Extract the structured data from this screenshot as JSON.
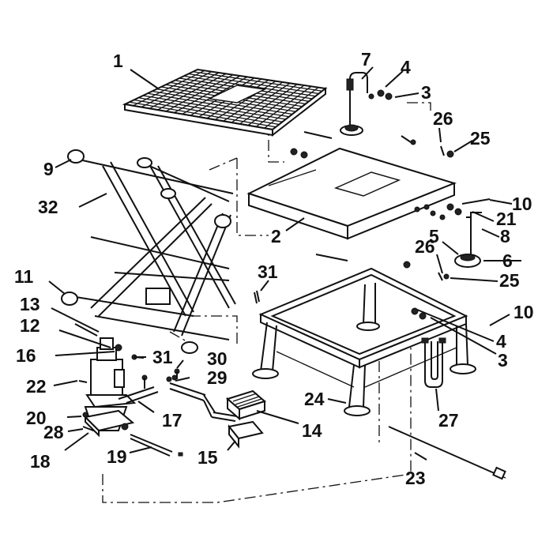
{
  "labels": [
    {
      "id": "label-1",
      "text": "1"
    },
    {
      "id": "label-2",
      "text": "2"
    },
    {
      "id": "label-3a",
      "text": "3"
    },
    {
      "id": "label-3b",
      "text": "3"
    },
    {
      "id": "label-4a",
      "text": "4"
    },
    {
      "id": "label-4b",
      "text": "4"
    },
    {
      "id": "label-5",
      "text": "5"
    },
    {
      "id": "label-6",
      "text": "6"
    },
    {
      "id": "label-7",
      "text": "7"
    },
    {
      "id": "label-8",
      "text": "8"
    },
    {
      "id": "label-9",
      "text": "9"
    },
    {
      "id": "label-10a",
      "text": "10"
    },
    {
      "id": "label-10b",
      "text": "10"
    },
    {
      "id": "label-11",
      "text": "11"
    },
    {
      "id": "label-12",
      "text": "12"
    },
    {
      "id": "label-13",
      "text": "13"
    },
    {
      "id": "label-14",
      "text": "14"
    },
    {
      "id": "label-15",
      "text": "15"
    },
    {
      "id": "label-16",
      "text": "16"
    },
    {
      "id": "label-17",
      "text": "17"
    },
    {
      "id": "label-18",
      "text": "18"
    },
    {
      "id": "label-19",
      "text": "19"
    },
    {
      "id": "label-20",
      "text": "20"
    },
    {
      "id": "label-21",
      "text": "21"
    },
    {
      "id": "label-22",
      "text": "22"
    },
    {
      "id": "label-23",
      "text": "23"
    },
    {
      "id": "label-24",
      "text": "24"
    },
    {
      "id": "label-25a",
      "text": "25"
    },
    {
      "id": "label-25b",
      "text": "25"
    },
    {
      "id": "label-26a",
      "text": "26"
    },
    {
      "id": "label-26b",
      "text": "26"
    },
    {
      "id": "label-27",
      "text": "27"
    },
    {
      "id": "label-28",
      "text": "28"
    },
    {
      "id": "label-29",
      "text": "29"
    },
    {
      "id": "label-30",
      "text": "30"
    },
    {
      "id": "label-31a",
      "text": "31"
    },
    {
      "id": "label-31b",
      "text": "31"
    },
    {
      "id": "label-32",
      "text": "32"
    }
  ]
}
